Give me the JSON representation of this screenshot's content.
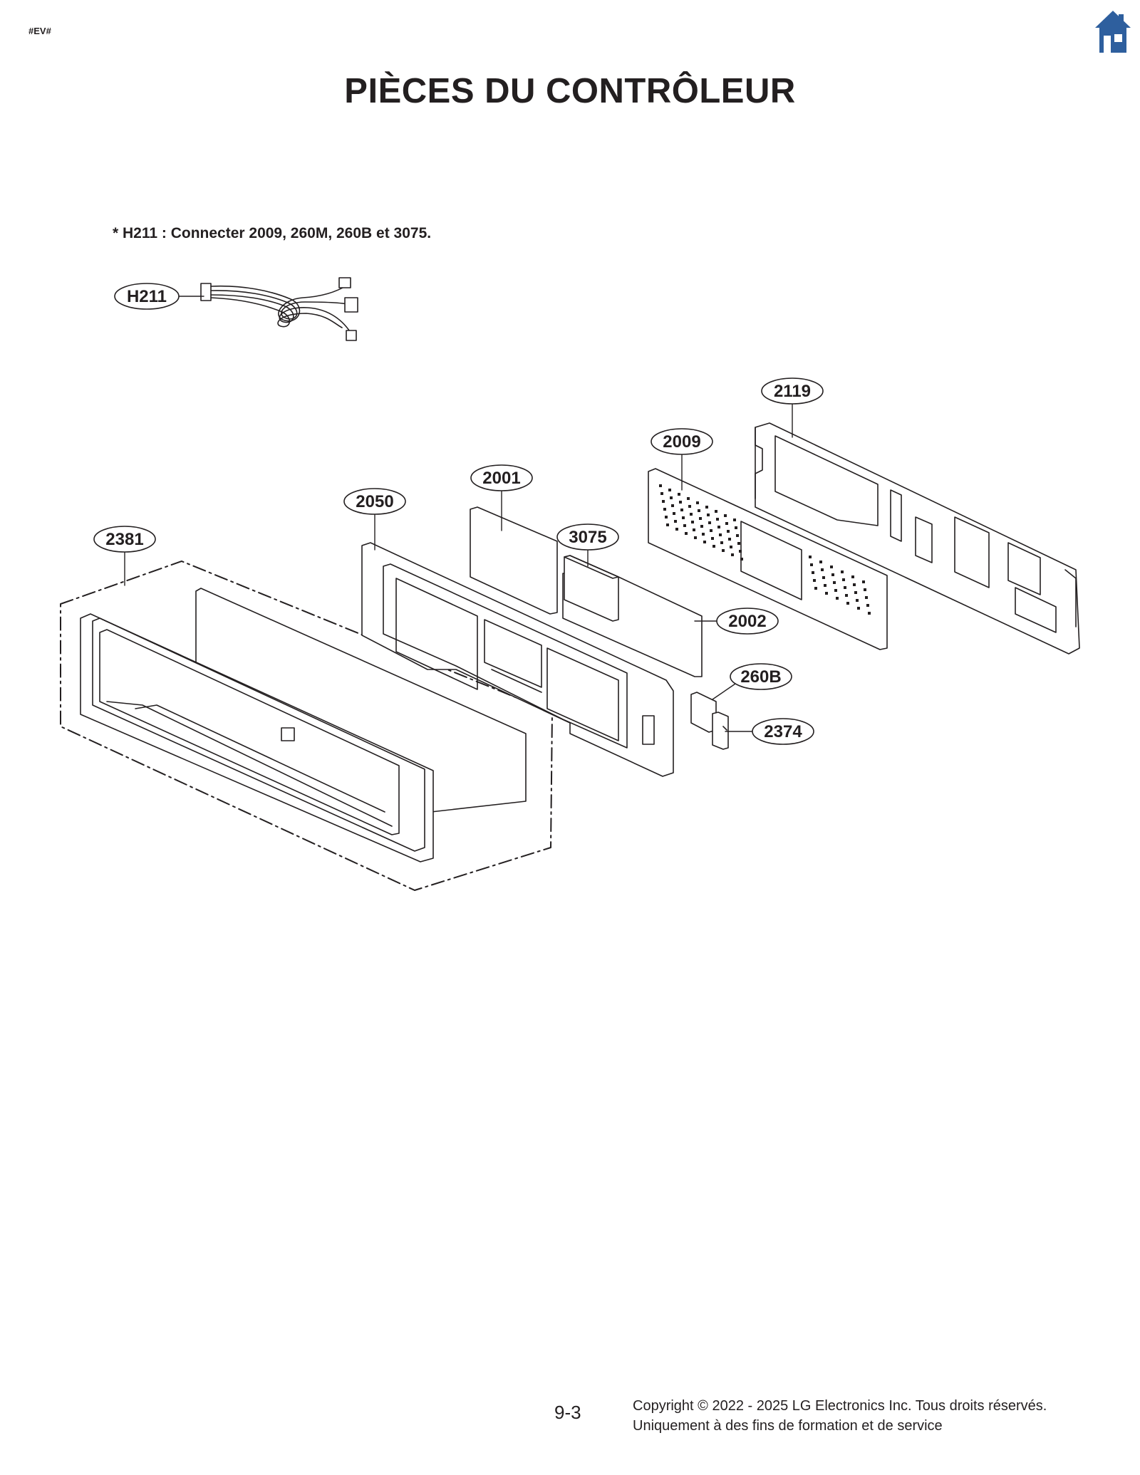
{
  "header": {
    "doc_code": "#EV#",
    "home_icon": "home-icon",
    "accent_color": "#2e5f9e"
  },
  "page": {
    "title": "PIÈCES DU CONTRÔLEUR",
    "note": "* H211 : Connecter 2009, 260M, 260B et 3075."
  },
  "callouts": {
    "h211": "H211",
    "p2119": "2119",
    "p2009": "2009",
    "p2001": "2001",
    "p2050": "2050",
    "p3075": "3075",
    "p2381": "2381",
    "p2002": "2002",
    "p260b": "260B",
    "p2374": "2374"
  },
  "footer": {
    "page_number": "9-3",
    "copyright_line1": "Copyright © 2022 - 2025 LG Electronics Inc. Tous droits réservés.",
    "copyright_line2": "Uniquement à des fins de formation et de service"
  }
}
